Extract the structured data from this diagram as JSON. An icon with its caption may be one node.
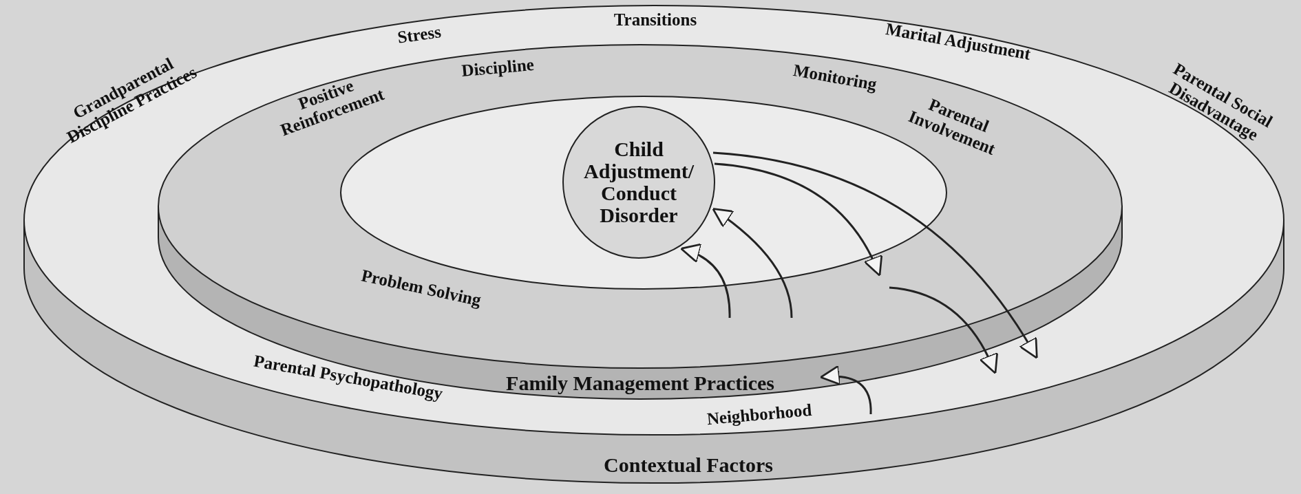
{
  "diagram": {
    "nodes": [
      {
        "text": [
          "Transitions",
          "Stress",
          "Marital Adjustment",
          "Grandparental Discipline Practices",
          "Parental Social Disadvantage",
          "Parental Psychopathology",
          "Neighborhood",
          "Contextual Factors"
        ]
      },
      {
        "text": [
          "Discipline",
          "Positive Reinforcement",
          "Monitoring",
          "Parental Involvement",
          "Problem Solving",
          "Family Management Practices"
        ],
        "in": 0
      },
      {
        "text": [
          "Child Adjustment/ Conduct Disorder"
        ],
        "in": 1
      }
    ],
    "edges": [
      {
        "from": 2,
        "to": 1,
        "arrow": "to"
      },
      {
        "from": 2,
        "to": 0,
        "arrow": "to"
      },
      {
        "from": 1,
        "to": 2,
        "arrow": "to"
      },
      {
        "from": 1,
        "to": 2,
        "arrow": "to"
      },
      {
        "from": 1,
        "to": 0,
        "arrow": "to"
      },
      {
        "from": 0,
        "to": 1,
        "arrow": "to"
      }
    ]
  }
}
